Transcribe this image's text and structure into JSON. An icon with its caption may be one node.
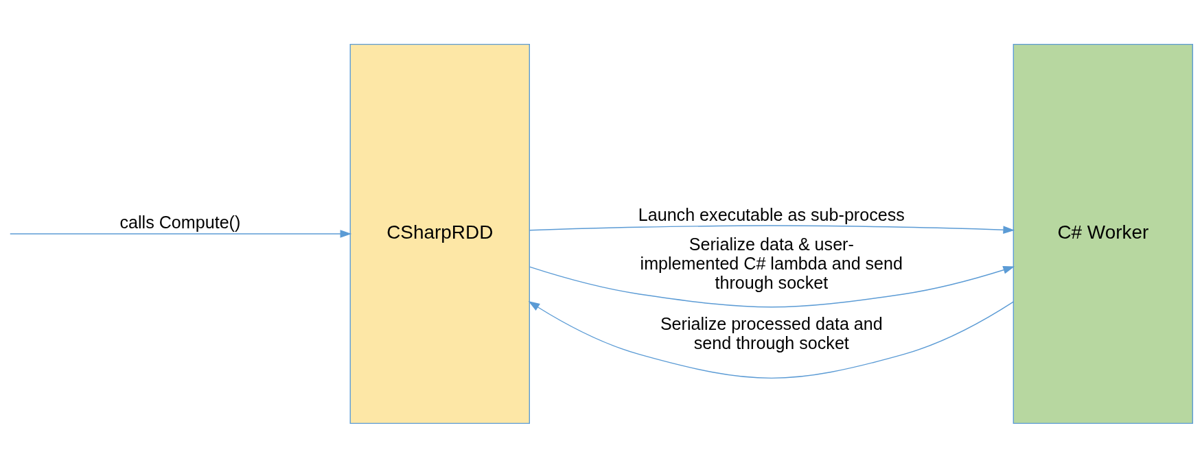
{
  "diagram": {
    "nodes": [
      {
        "text": [
          "CSharpRDD"
        ]
      },
      {
        "text": [
          "C# Worker"
        ]
      }
    ],
    "edges": [
      {
        "from": null,
        "to": 0,
        "arrow": "to",
        "label": "calls Compute()"
      },
      {
        "from": 0,
        "to": 1,
        "arrow": "to",
        "label": "Launch executable as sub-process"
      },
      {
        "from": 0,
        "to": 1,
        "arrow": "to",
        "label": "Serialize data & user-implemented C# lambda and send through socket"
      },
      {
        "from": 1,
        "to": 0,
        "arrow": "to",
        "label": "Serialize processed data and send through socket"
      }
    ]
  }
}
